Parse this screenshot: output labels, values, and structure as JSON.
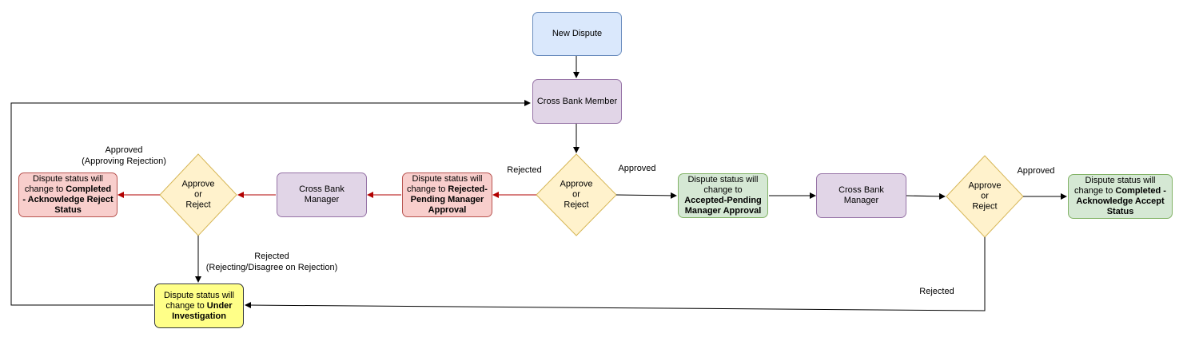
{
  "nodes": {
    "new_dispute": "New Dispute",
    "cross_bank_member": "Cross Bank Member",
    "decision_main": [
      "Approve",
      "or",
      "Reject"
    ],
    "rejected_pending": {
      "prefix": "Dispute status will change to ",
      "bold": "Rejected-Pending Manager Approval"
    },
    "accepted_pending": {
      "prefix": "Dispute status will change to ",
      "bold": "Accepted-Pending Manager Approval"
    },
    "cross_bank_manager_left": "Cross Bank Manager",
    "cross_bank_manager_right": "Cross Bank Manager",
    "decision_left": [
      "Approve",
      "or",
      "Reject"
    ],
    "decision_right": [
      "Approve",
      "or",
      "Reject"
    ],
    "completed_reject": {
      "prefix": "Dispute status will change to ",
      "bold": "Completed - Acknowledge Reject Status"
    },
    "completed_accept": {
      "prefix": "Dispute status will change to ",
      "bold": "Completed - Acknowledge Accept Status"
    },
    "under_investigation": {
      "prefix": "Dispute status will change to ",
      "bold": "Under Investigation"
    }
  },
  "edge_labels": {
    "main_rejected": "Rejected",
    "main_approved": "Approved",
    "left_approved": "Approved",
    "left_approved_sub": "(Approving Rejection)",
    "left_rejected": "Rejected",
    "left_rejected_sub": "(Rejecting/Disagree on Rejection)",
    "right_approved": "Approved",
    "right_rejected": "Rejected"
  },
  "colors": {
    "blue_fill": "#dae8fc",
    "purple_fill": "#e1d5e7",
    "red_fill": "#f8cecc",
    "green_fill": "#d5e8d4",
    "yellow_fill": "#ffff88",
    "diamond_fill": "#fff2cc",
    "reject_edge": "#b20000"
  }
}
